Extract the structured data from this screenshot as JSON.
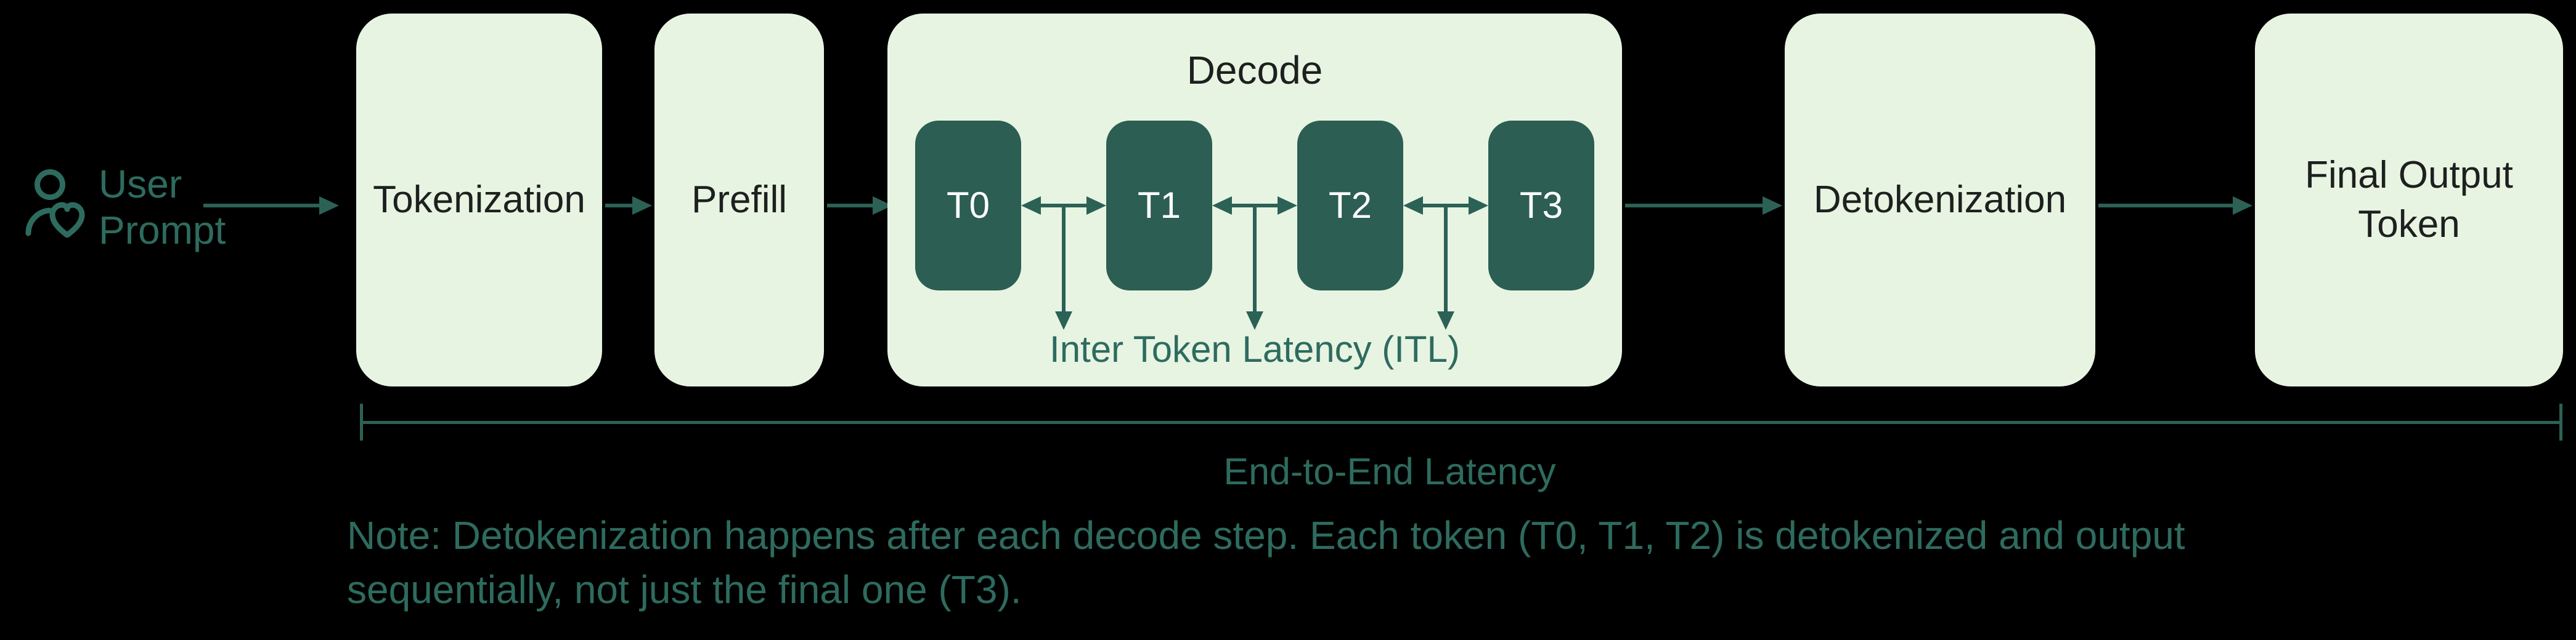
{
  "colors": {
    "background": "#000000",
    "light_box": "#E7F4E2",
    "dark_box": "#2C5E53",
    "teal_text": "#2E6B5F",
    "arrow": "#2C6156",
    "label_dark": "#1D201E",
    "token_text": "#FFFFFF"
  },
  "user_prompt": {
    "icon": "user-heart-icon",
    "line1": "User",
    "line2": "Prompt"
  },
  "stages": {
    "tokenization": {
      "label": "Tokenization"
    },
    "prefill": {
      "label": "Prefill"
    },
    "decode": {
      "title": "Decode",
      "tokens": [
        "T0",
        "T1",
        "T2",
        "T3"
      ],
      "itl_label": "Inter Token Latency (ITL)"
    },
    "detokenization": {
      "label": "Detokenization"
    },
    "final_output": {
      "line1": "Final Output",
      "line2": "Token"
    }
  },
  "latency": {
    "end_to_end": "End-to-End Latency"
  },
  "note": {
    "line1": "Note: Detokenization happens after each decode step. Each token (T0, T1, T2) is detokenized and output",
    "line2": "sequentially, not just the final one (T3)."
  }
}
